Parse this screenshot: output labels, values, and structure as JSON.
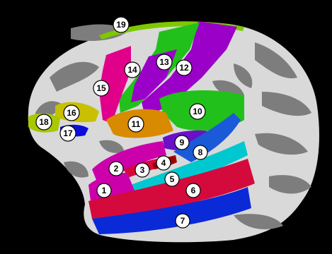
{
  "colors": {
    "background": "#000000",
    "cortex_light": "#d9d9d9",
    "cortex_dark": "#7d7d7d",
    "magenta": "#cc00aa",
    "pink": "#e0008a",
    "red": "#d40a3c",
    "cyan": "#00c8d0",
    "blue": "#0a2ad8",
    "purple": "#9a00c8",
    "green": "#22c01a",
    "lime": "#7ec800",
    "orange": "#d88a00",
    "yellow": "#c8c000",
    "darkred": "#a00000"
  },
  "regions": [
    {
      "id": "region-1",
      "label": "1",
      "color": "#cc00aa"
    },
    {
      "id": "region-2",
      "label": "2",
      "color": "#cc00aa"
    },
    {
      "id": "region-3",
      "label": "3",
      "color": "#d40a3c"
    },
    {
      "id": "region-4",
      "label": "4",
      "color": "#a00000"
    },
    {
      "id": "region-5",
      "label": "5",
      "color": "#00c8d0"
    },
    {
      "id": "region-6",
      "label": "6",
      "color": "#d40a3c"
    },
    {
      "id": "region-7",
      "label": "7",
      "color": "#0a2ad8"
    },
    {
      "id": "region-8",
      "label": "8",
      "color": "#1a5ad8"
    },
    {
      "id": "region-9",
      "label": "9",
      "color": "#6a10c8"
    },
    {
      "id": "region-10",
      "label": "10",
      "color": "#22c01a"
    },
    {
      "id": "region-11",
      "label": "11",
      "color": "#d88a00"
    },
    {
      "id": "region-12",
      "label": "12",
      "color": "#9a00c8"
    },
    {
      "id": "region-13",
      "label": "13",
      "color": "#9a00c8"
    },
    {
      "id": "region-14",
      "label": "14",
      "color": "#22c01a"
    },
    {
      "id": "region-15",
      "label": "15",
      "color": "#e0008a"
    },
    {
      "id": "region-16",
      "label": "16",
      "color": "#c8c000"
    },
    {
      "id": "region-17",
      "label": "17",
      "color": "#0a10d8"
    },
    {
      "id": "region-18",
      "label": "18",
      "color": "#a8c800"
    },
    {
      "id": "region-19",
      "label": "19",
      "color": "#7ec800"
    }
  ]
}
